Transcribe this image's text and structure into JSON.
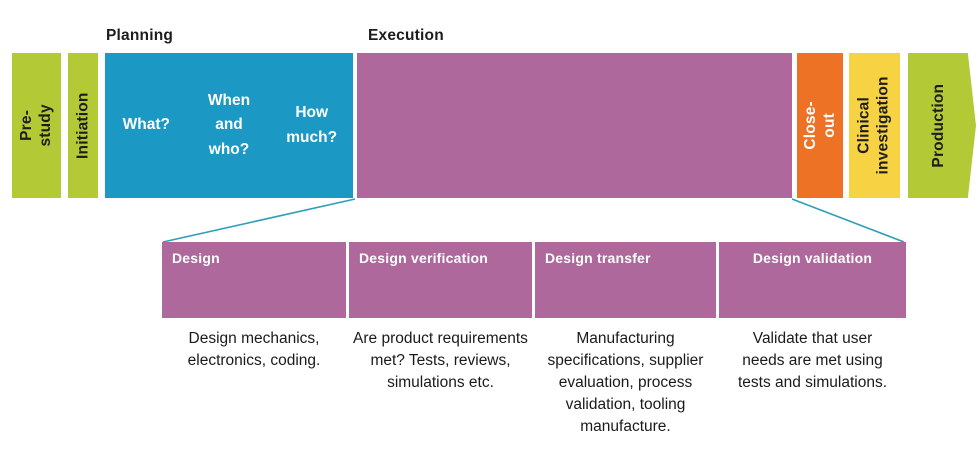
{
  "stage_labels": {
    "planning": "Planning",
    "execution": "Execution"
  },
  "phases": {
    "pre_study": "Pre-study",
    "initiation": "Initiation",
    "close_out": "Close-out",
    "clinical_investigation": "Clinical\ninvestigation",
    "production": "Production"
  },
  "planning_questions": [
    "What?",
    "When\nand\nwho?",
    "How\nmuch?"
  ],
  "execution_breakdown": [
    {
      "title": "Design",
      "description": "Design mechanics,\nelectronics, coding."
    },
    {
      "title": "Design verification",
      "description": "Are product requirements\nmet? Tests, reviews,\nsimulations etc."
    },
    {
      "title": "Design transfer",
      "description": "Manufacturing\nspecifications, supplier\nevaluation, process\nvalidation, tooling\nmanufacture."
    },
    {
      "title": "Design validation",
      "description": "Validate that user\nneeds are met using\ntests and simulations."
    }
  ],
  "colors": {
    "green": "#b3c936",
    "teal": "#1b99c4",
    "purple": "#af689c",
    "orange": "#ed7226",
    "yellow": "#f7d243",
    "line": "#2e9fb7",
    "dark_text": "#1d1d1b"
  }
}
